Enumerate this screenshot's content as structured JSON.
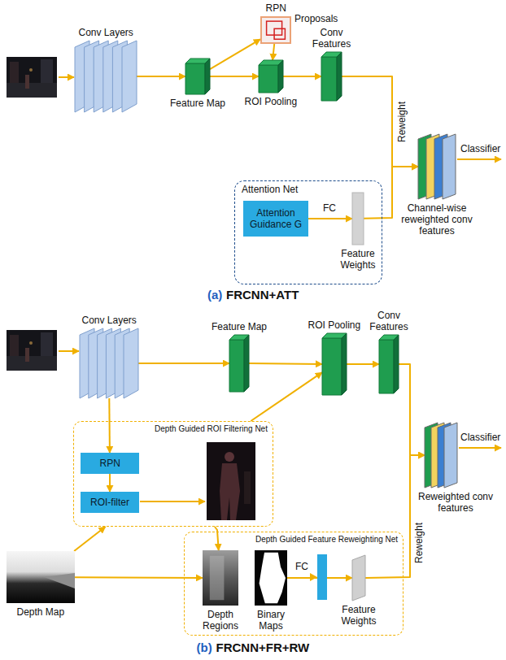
{
  "diagram": {
    "nodes": [
      {
        "text": [
          "Conv Layers"
        ]
      },
      {
        "text": [
          "Feature Map"
        ]
      },
      {
        "text": [
          "RPN",
          "Proposals"
        ]
      },
      {
        "text": [
          "ROI Pooling"
        ]
      },
      {
        "text": [
          "Conv Features"
        ]
      },
      {
        "text": [
          "Attention Net"
        ]
      },
      {
        "text": [
          "Attention Guidance G"
        ],
        "in": 5
      },
      {
        "text": [
          "Feature Weights"
        ],
        "in": 5
      },
      {
        "text": [
          "Channel-wise reweighted conv features"
        ]
      },
      {
        "text": [
          "Conv Layers"
        ]
      },
      {
        "text": [
          "Feature Map"
        ]
      },
      {
        "text": [
          "ROI Pooling"
        ]
      },
      {
        "text": [
          "Conv Features"
        ]
      },
      {
        "text": [
          "Depth Guided ROI Filtering Net"
        ]
      },
      {
        "text": [
          "RPN"
        ],
        "in": 13
      },
      {
        "text": [
          "ROI-filter"
        ],
        "in": 13
      },
      {
        "text": [
          "Depth Map"
        ]
      },
      {
        "text": [
          "Depth Guided Feature Reweighting Net"
        ]
      },
      {
        "text": [
          "Depth Regions"
        ],
        "in": 17
      },
      {
        "text": [
          "Binary Maps"
        ],
        "in": 17
      },
      {
        "text": [
          "Feature Weights"
        ],
        "in": 17
      },
      {
        "text": [
          "Reweighted conv features"
        ]
      }
    ],
    "edges": [
      {
        "from": 0,
        "to": 1,
        "arrow": "to"
      },
      {
        "from": 1,
        "to": 2,
        "arrow": "to"
      },
      {
        "from": 2,
        "to": 3,
        "arrow": "to"
      },
      {
        "from": 1,
        "to": 3,
        "arrow": "to"
      },
      {
        "from": 3,
        "to": 4,
        "arrow": "to"
      },
      {
        "from": 6,
        "to": 7,
        "label": "FC",
        "arrow": "to"
      },
      {
        "from": 4,
        "to": 8,
        "arrow": "to"
      },
      {
        "from": 7,
        "to": 8,
        "arrow": "to"
      },
      {
        "from": 9,
        "to": 10,
        "arrow": "to"
      },
      {
        "from": 10,
        "to": 11,
        "arrow": "to"
      },
      {
        "from": 11,
        "to": 12,
        "arrow": "to"
      },
      {
        "from": 9,
        "to": 14,
        "arrow": "to"
      },
      {
        "from": 14,
        "to": 15,
        "arrow": "to"
      },
      {
        "from": 13,
        "to": 11,
        "arrow": "to"
      },
      {
        "from": 16,
        "to": 13,
        "arrow": "to"
      },
      {
        "from": 16,
        "to": 18,
        "arrow": "to"
      },
      {
        "from": 13,
        "to": 18,
        "arrow": "to"
      },
      {
        "from": 19,
        "to": 20,
        "label": "FC",
        "arrow": "to"
      },
      {
        "from": 12,
        "to": 21,
        "arrow": "to"
      },
      {
        "from": 20,
        "to": 21,
        "arrow": "to"
      }
    ],
    "labels": [
      "Reweight",
      "Classifier",
      "(a)",
      "FRCNN+ATT",
      "Reweight",
      "Classifier",
      "(b)",
      "FRCNN+FR+RW"
    ]
  }
}
